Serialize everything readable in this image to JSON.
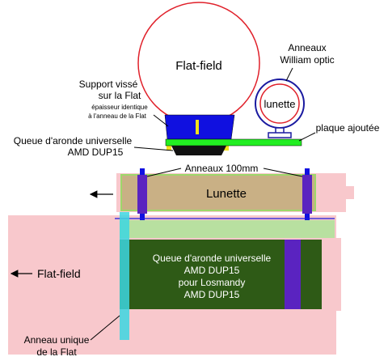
{
  "labels": {
    "flat_field_top": "Flat-field",
    "anneaux_wo_line1": "Anneaux",
    "anneaux_wo_line2": "William optic",
    "lunette_small": "lunette",
    "support_line1": "Support vissé",
    "support_line2": "sur la Flat",
    "support_note_line1": "épaisseur identique",
    "support_note_line2": "à l'anneau de la Flat",
    "plaque": "plaque ajoutée",
    "queue_top_line1": "Queue d'aronde universelle",
    "queue_top_line2": "AMD DUP15",
    "anneaux_100": "Anneaux 100mm",
    "lunette_bar": "Lunette",
    "queue_green_line1": "Queue d'aronde universelle",
    "queue_green_line2": "AMD DUP15",
    "queue_green_line3": "pour Losmandy",
    "queue_green_line4": "AMD DUP15",
    "flat_field_side": "Flat-field",
    "anneau_unique_line1": "Anneau unique",
    "anneau_unique_line2": "de la Flat"
  },
  "colors": {
    "flat_circle_stroke": "#e0202a",
    "support_blue": "#1010e0",
    "yellow": "#f2e21a",
    "plate_green": "#22ee22",
    "pink": "#f8c8cc",
    "lunette_tan": "#c9b085",
    "ring_purple": "#5a23c0",
    "dark_green": "#2e5a16",
    "cyan": "#3cd6e0"
  }
}
